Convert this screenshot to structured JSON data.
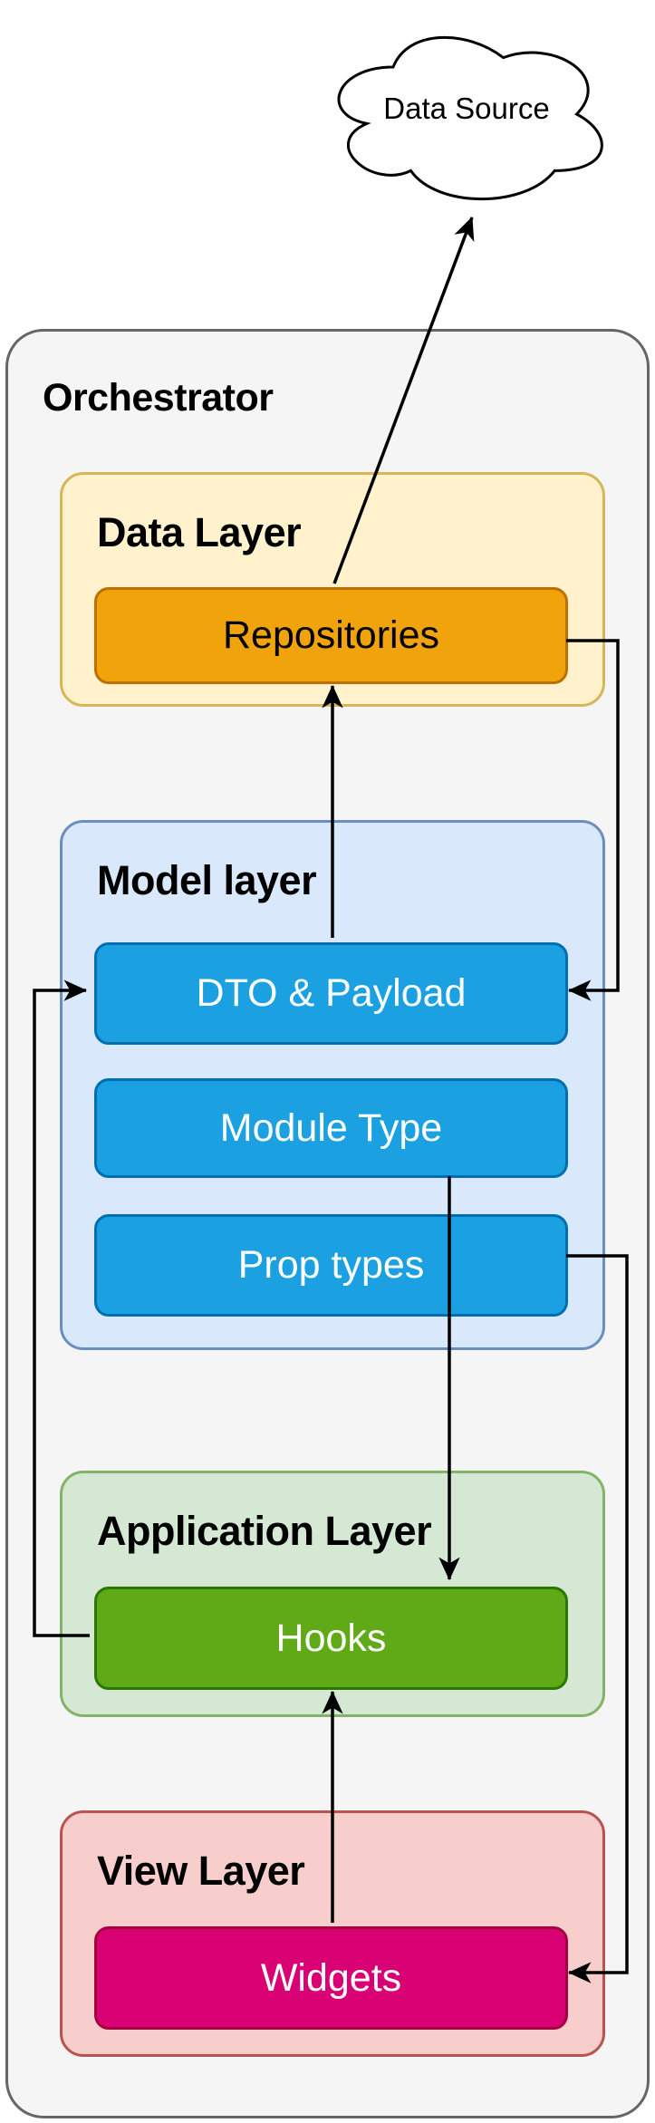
{
  "cloud": {
    "label": "Data Source"
  },
  "orchestrator": {
    "label": "Orchestrator",
    "layers": [
      {
        "label": "Data Layer",
        "boxes": [
          {
            "label": "Repositories"
          }
        ]
      },
      {
        "label": "Model layer",
        "boxes": [
          {
            "label": "DTO & Payload"
          },
          {
            "label": "Module Type"
          },
          {
            "label": "Prop types"
          }
        ]
      },
      {
        "label": "Application Layer",
        "boxes": [
          {
            "label": "Hooks"
          }
        ]
      },
      {
        "label": "View Layer",
        "boxes": [
          {
            "label": "Widgets"
          }
        ]
      }
    ]
  },
  "edges": [
    {
      "from": "Repositories",
      "to": "Data Source"
    },
    {
      "from": "DTO & Payload",
      "to": "Repositories"
    },
    {
      "from": "Repositories",
      "to": "DTO & Payload"
    },
    {
      "from": "Hooks",
      "to": "DTO & Payload"
    },
    {
      "from": "Module Type",
      "to": "Hooks"
    },
    {
      "from": "Prop types",
      "to": "Widgets"
    },
    {
      "from": "Widgets",
      "to": "Hooks"
    }
  ],
  "colors": {
    "canvas_bg": "#ffffff",
    "line": "#000000",
    "cloud_fill": "#ffffff",
    "cloud_stroke": "#000000",
    "orchestrator_fill": "#f5f5f5",
    "orchestrator_stroke": "#666666",
    "data_layer_fill": "#fff2cc",
    "data_layer_stroke": "#d6b656",
    "repositories_fill": "#f0a30a",
    "repositories_stroke": "#bd7000",
    "model_layer_fill": "#dae8fc",
    "model_layer_stroke": "#6c8ebf",
    "model_box_fill": "#1ba1e2",
    "model_box_stroke": "#006eaf",
    "app_layer_fill": "#d5e8d4",
    "app_layer_stroke": "#82b366",
    "hooks_fill": "#60a917",
    "hooks_stroke": "#2d7600",
    "view_layer_fill": "#f8cecc",
    "view_layer_stroke": "#b85450",
    "widgets_fill": "#d80073",
    "widgets_stroke": "#a50040",
    "node_text_dark": "#000000",
    "node_text_light": "#ffffff"
  }
}
